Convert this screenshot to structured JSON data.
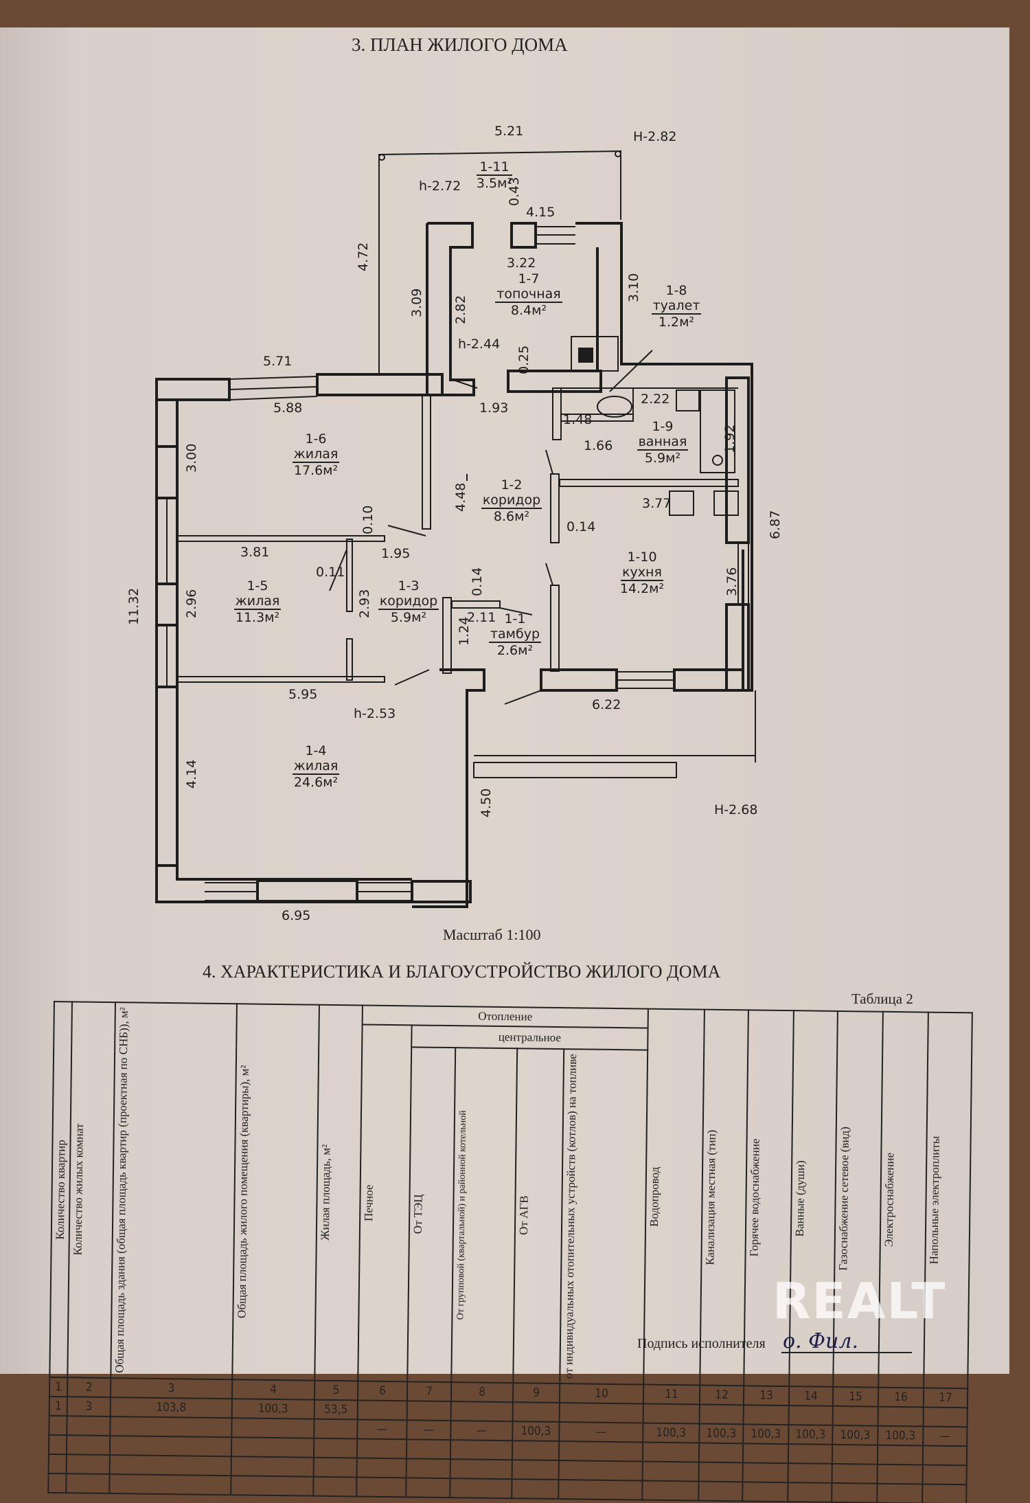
{
  "document": {
    "section3_title": "3. ПЛАН ЖИЛОГО ДОМА",
    "scale_label": "Масштаб  1:100",
    "section4_title": "4. ХАРАКТЕРИСТИКА И БЛАГОУСТРОЙСТВО ЖИЛОГО ДОМА",
    "table_number": "Таблица 2",
    "signature_label": "Подпись исполнителя",
    "signature_value": "о. Фил.",
    "watermark": "REALT"
  },
  "plan": {
    "elevations": {
      "top_right": "Н-2.82",
      "bottom_right": "Н-2.68"
    },
    "heights": {
      "veranda": "h-2.72",
      "boiler_room": "h-2.44",
      "main": "h-2.53"
    },
    "rooms": [
      {
        "id": "1-1",
        "name": "тамбур",
        "area": "2.6м²"
      },
      {
        "id": "1-2",
        "name": "коридор",
        "area": "8.6м²"
      },
      {
        "id": "1-3",
        "name": "коридор",
        "area": "5.9м²"
      },
      {
        "id": "1-4",
        "name": "жилая",
        "area": "24.6м²"
      },
      {
        "id": "1-5",
        "name": "жилая",
        "area": "11.3м²"
      },
      {
        "id": "1-6",
        "name": "жилая",
        "area": "17.6м²"
      },
      {
        "id": "1-7",
        "name": "топочная",
        "area": "8.4м²"
      },
      {
        "id": "1-8",
        "name": "туалет",
        "area": "1.2м²"
      },
      {
        "id": "1-9",
        "name": "ванная",
        "area": "5.9м²"
      },
      {
        "id": "1-10",
        "name": "кухня",
        "area": "14.2м²"
      },
      {
        "id": "1-11",
        "name": "",
        "area": "3.5м²"
      }
    ],
    "dimensions": {
      "d521": "5.21",
      "d472": "4.72",
      "d043": "0.43",
      "d415": "4.15",
      "d309": "3.09",
      "d282": "2.82",
      "d322": "3.22",
      "d310": "3.10",
      "d025": "0.25",
      "d571": "5.71",
      "d588": "5.88",
      "d193": "1.93",
      "d148": "1.48",
      "d222": "2.22",
      "d166": "1.66",
      "d192": "1.92",
      "d300": "3.00",
      "d448": "4.48",
      "d010": "0.10",
      "d377": "3.77",
      "d687": "6.87",
      "d014a": "0.14",
      "d381": "3.81",
      "d195": "1.95",
      "d011": "0.11",
      "d1132": "11.32",
      "d296": "2.96",
      "d293": "2.93",
      "d014b": "0.14",
      "d211": "2.11",
      "d124": "1.24",
      "d376": "3.76",
      "d595": "5.95",
      "d622": "6.22",
      "d414": "4.14",
      "d450": "4.50",
      "d695": "6.95"
    }
  },
  "table": {
    "headers": {
      "c1": "Количество квартир",
      "c2": "Количество жилых комнат",
      "c3": "Общая площадь здания (общая площадь квартир (проектная по СНБ)), м²",
      "c4": "Общая площадь жилого помещения (квартиры), м²",
      "c5": "Жилая площадь, м²",
      "heating": "Отопление",
      "central": "центральное",
      "c6": "Печное",
      "c7": "От ТЭЦ",
      "c8": "От групповой (квартальной) и районной котельной",
      "c9": "От АГВ",
      "c10": "от индивидуальных отопительных устройств (котлов) на топливе",
      "c11": "Водопровод",
      "c12": "Канализация местная (тип)",
      "c13": "Горячее водоснабжение",
      "c14": "Ванные (души)",
      "c15": "Газоснабжение сетевое (вид)",
      "c16": "Электроснабжение",
      "c17": "Напольные электроплиты"
    },
    "column_numbers": [
      "1",
      "2",
      "3",
      "4",
      "5",
      "6",
      "7",
      "8",
      "9",
      "10",
      "11",
      "12",
      "13",
      "14",
      "15",
      "16",
      "17"
    ],
    "rows": [
      [
        "1",
        "3",
        "103,8",
        "100,3",
        "53,5",
        "",
        "",
        "",
        "",
        "",
        "",
        "",
        "",
        "",
        "",
        "",
        ""
      ],
      [
        "",
        "",
        "",
        "",
        "",
        "—",
        "—",
        "—",
        "100,3",
        "—",
        "100,3",
        "100,3",
        "100,3",
        "100,3",
        "100,3",
        "100,3",
        "—"
      ],
      [
        "",
        "",
        "",
        "",
        "",
        "",
        "",
        "",
        "",
        "",
        "",
        "",
        "",
        "",
        "",
        "",
        ""
      ],
      [
        "",
        "",
        "",
        "",
        "",
        "",
        "",
        "",
        "",
        "",
        "",
        "",
        "",
        "",
        "",
        "",
        ""
      ],
      [
        "",
        "",
        "",
        "",
        "",
        "",
        "",
        "",
        "",
        "",
        "",
        "",
        "",
        "",
        "",
        "",
        ""
      ]
    ]
  }
}
